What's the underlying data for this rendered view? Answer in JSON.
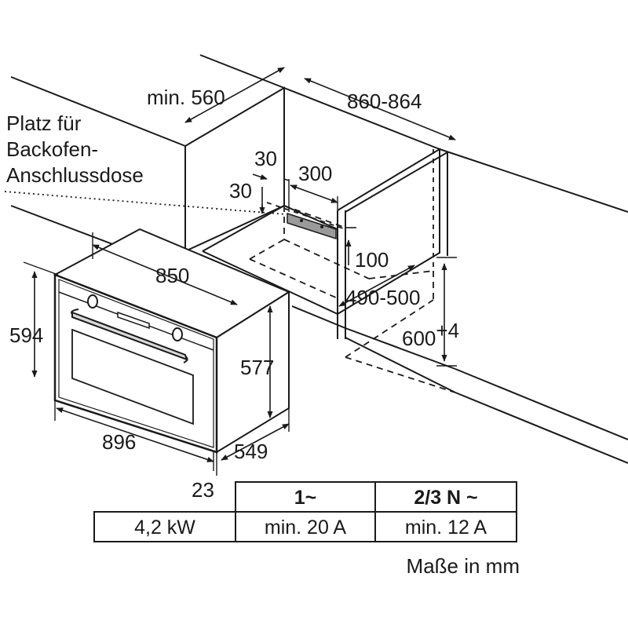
{
  "note": {
    "line1": "Platz für",
    "line2": "Backofen-",
    "line3": "Anschlussdose"
  },
  "dimensions": {
    "niche_depth": "min. 560",
    "niche_width": "860-864",
    "offset_a": "30",
    "offset_b": "30",
    "socket_width": "300",
    "socket_height": "100",
    "niche_height_range": "490-500",
    "niche_height": "600",
    "niche_height_tolerance": "+4",
    "oven_width_back": "850",
    "oven_front_height": "594",
    "oven_body_height": "577",
    "oven_front_width": "896",
    "oven_depth": "549",
    "front_thickness": "23"
  },
  "table": {
    "header_single": "1~",
    "header_three": "2/3 N ~",
    "power": "4,2 kW",
    "single_value": "min. 20 A",
    "three_value": "min. 12 A"
  },
  "footer": "Maße in mm"
}
